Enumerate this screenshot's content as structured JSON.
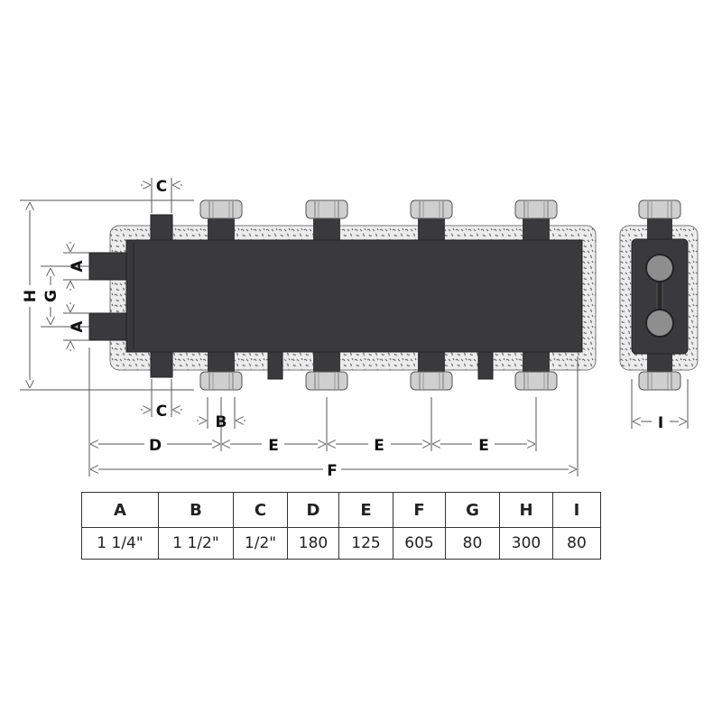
{
  "drawing": {
    "labels": {
      "A": "A",
      "B": "B",
      "C": "C",
      "D": "D",
      "E": "E",
      "F": "F",
      "G": "G",
      "H": "H",
      "I": "I"
    },
    "colors": {
      "body": "#3a3a3c",
      "insulation": "#e6e6e6",
      "nut": "#c8c8c8",
      "line": "#555555"
    }
  },
  "table": {
    "headers": [
      "A",
      "B",
      "C",
      "D",
      "E",
      "F",
      "G",
      "H",
      "I"
    ],
    "values": [
      "1 1/4\"",
      "1 1/2\"",
      "1/2\"",
      "180",
      "125",
      "605",
      "80",
      "300",
      "80"
    ]
  }
}
